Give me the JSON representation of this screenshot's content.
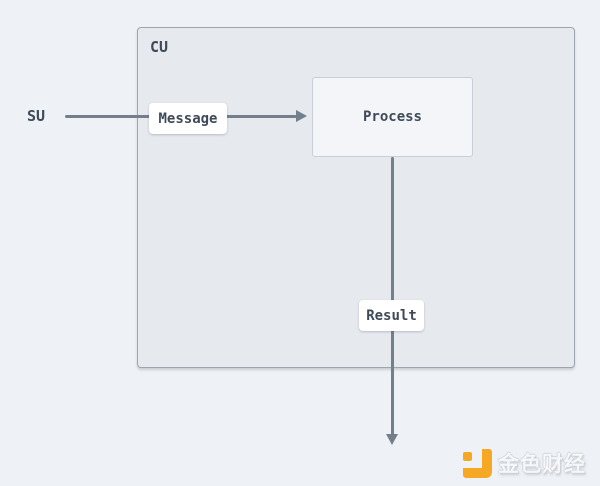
{
  "diagram": {
    "outer_actor": {
      "label": "SU"
    },
    "container": {
      "label": "CU"
    },
    "process_node": {
      "label": "Process"
    },
    "edges": {
      "message": {
        "label": "Message",
        "from": "SU",
        "to": "Process",
        "direction": "right"
      },
      "result": {
        "label": "Result",
        "from": "Process",
        "to": "outside CU",
        "direction": "down"
      }
    }
  },
  "watermark": {
    "brand": "金色财经",
    "icon": "jinse-logo-icon"
  },
  "colors": {
    "page_background": "#eef1f5",
    "container_fill": "#e6e9ee",
    "container_border": "#9ba6b2",
    "node_fill": "#f3f5f8",
    "node_border": "#c8cfd6",
    "arrow": "#73808c",
    "label_text": "#3e4a57",
    "watermark_orange": "#f7a823"
  }
}
